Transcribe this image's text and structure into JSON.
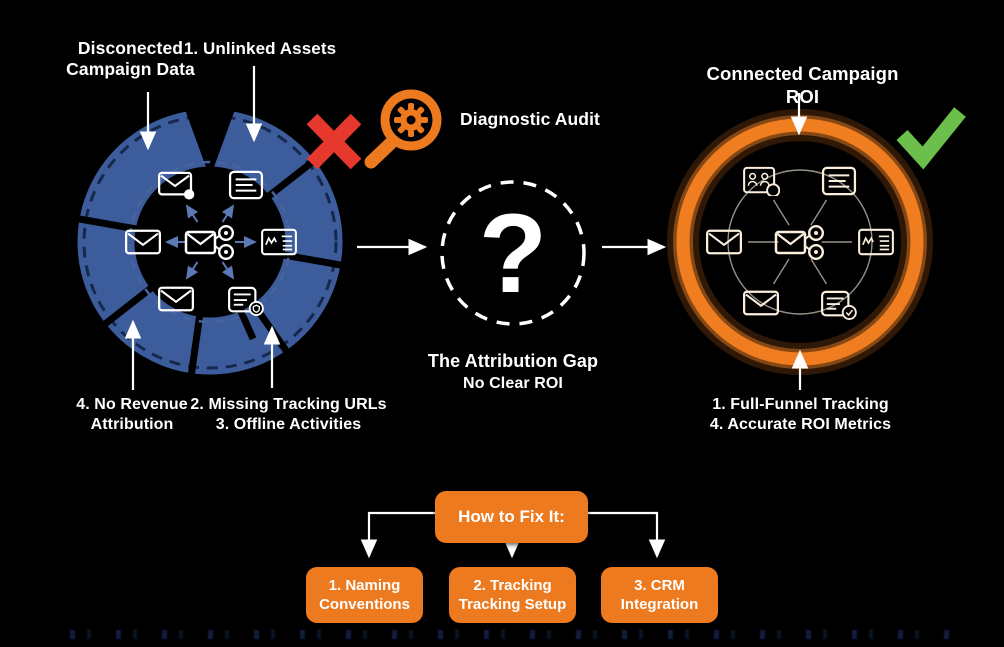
{
  "colors": {
    "background": "#000000",
    "broken_wheel_blue": "#3D5C9C",
    "accent_orange": "#ED7A1F",
    "fail_red": "#E6382C",
    "success_green": "#6CBF4B",
    "text_white": "#FFFFFF"
  },
  "left": {
    "title_line1": "Disconected",
    "title_line2": "Campaign Data",
    "callout_unlinked": "1. Unlinked Assets",
    "callout_revenue_line1": "4. No Revenue",
    "callout_revenue_line2": "Attribution",
    "callout_tracking_line1": "2. Missing Tracking URLs",
    "callout_tracking_line2": "3. Offline Activities"
  },
  "audit": {
    "label": "Diagnostic Audit"
  },
  "gap": {
    "symbol": "?",
    "title": "The Attribution Gap",
    "subtitle": "No Clear ROI"
  },
  "right": {
    "title": "Connected Campaign ROI",
    "callout_line1": "1. Full-Funnel Tracking",
    "callout_line2": "4. Accurate ROI Metrics"
  },
  "fix": {
    "header": "How to Fix It:",
    "steps": [
      {
        "line1": "1. Naming",
        "line2": "Conventions"
      },
      {
        "line1": "2. Tracking",
        "line2": "Tracking Setup"
      },
      {
        "line1": "3. CRM",
        "line2": "Integration"
      }
    ]
  },
  "icons": {
    "audit": "magnifier-gear-icon",
    "broken_state": "red-x-icon",
    "connected_state": "green-check-icon",
    "hub_center": "envelope-share-icon",
    "asset_types": [
      "envelope-icon",
      "document-icon",
      "report-card-icon",
      "secure-document-icon",
      "notification-envelope-icon",
      "contacts-card-icon"
    ]
  }
}
